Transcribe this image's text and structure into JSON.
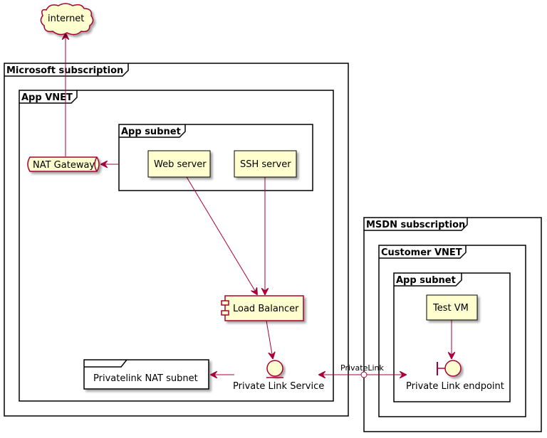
{
  "frames": {
    "microsoft_subscription": "Microsoft subscription",
    "app_vnet": "App VNET",
    "app_subnet": "App subnet",
    "privatelink_nat_subnet": "Privatelink NAT subnet",
    "msdn_subscription": "MSDN subscription",
    "customer_vnet": "Customer VNET",
    "customer_app_subnet": "App subnet"
  },
  "nodes": {
    "internet": "internet",
    "nat_gateway": "NAT Gateway",
    "web_server": "Web server",
    "ssh_server": "SSH server",
    "load_balancer": "Load Balancer",
    "private_link_service": "Private Link Service",
    "test_vm": "Test VM",
    "private_link_endpoint": "Private Link endpoint"
  },
  "edges": {
    "privatelink_label": "PrivateLink"
  },
  "colors": {
    "node_fill": "#FEFECE",
    "arrow": "#A80036"
  }
}
